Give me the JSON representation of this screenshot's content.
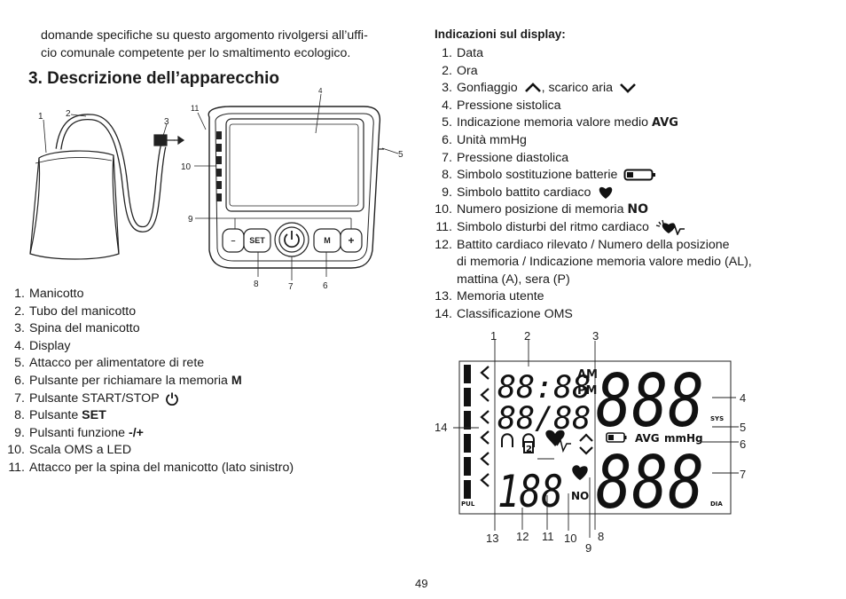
{
  "intro": {
    "line1": "domande specifiche su questo argomento rivolgersi all’uffi-",
    "line2": "cio comunale competente per lo smaltimento ecologico."
  },
  "section_title": "3. Descrizione dell’apparecchio",
  "device_labels": [
    "1",
    "2",
    "3",
    "4",
    "5",
    "6",
    "7",
    "8",
    "9",
    "10",
    "11"
  ],
  "device_buttons": {
    "minus": "–",
    "set": "SET",
    "m": "M",
    "plus": "+"
  },
  "device_legend": [
    {
      "num": "1.",
      "text": "Manicotto"
    },
    {
      "num": "2.",
      "text": "Tubo del manicotto"
    },
    {
      "num": "3.",
      "text": "Spina del manicotto"
    },
    {
      "num": "4.",
      "text": "Display"
    },
    {
      "num": "5.",
      "text": "Attacco per alimentatore di rete"
    },
    {
      "num": "6.",
      "text": "Pulsante per richiamare la memoria ",
      "bold": "M"
    },
    {
      "num": "7.",
      "text": "Pulsante START/STOP",
      "icon": "power-icon"
    },
    {
      "num": "8.",
      "text": "Pulsante ",
      "bold": "SET"
    },
    {
      "num": "9.",
      "text": "Pulsanti funzione ",
      "bold": "-/+"
    },
    {
      "num": "10.",
      "text": "Scala OMS a LED"
    },
    {
      "num": "11.",
      "text": "Attacco per la spina del manicotto (lato sinistro)"
    }
  ],
  "display_title": "Indicazioni sul display:",
  "display_legend": [
    {
      "num": "1.",
      "text": "Data"
    },
    {
      "num": "2.",
      "text": "Ora"
    },
    {
      "num": "3.",
      "text": "Gonfiaggio",
      "icon1": "inflate-arrow-icon",
      "mid": ", scarico aria",
      "icon2": "deflate-arrow-icon"
    },
    {
      "num": "4.",
      "text": "Pressione sistolica"
    },
    {
      "num": "5.",
      "text": "Indicazione memoria valore medio ",
      "badge": "AVG"
    },
    {
      "num": "6.",
      "text": "Unità mmHg"
    },
    {
      "num": "7.",
      "text": "Pressione diastolica"
    },
    {
      "num": "8.",
      "text": "Simbolo sostituzione batterie",
      "icon": "battery-icon"
    },
    {
      "num": "9.",
      "text": "Simbolo battito cardiaco",
      "icon": "heart-icon"
    },
    {
      "num": "10.",
      "text": "Numero posizione di memoria ",
      "badge": "NO"
    },
    {
      "num": "11.",
      "text": "Simbolo disturbi del ritmo cardiaco",
      "icon": "arrhythmia-icon"
    },
    {
      "num": "12.",
      "text": "Battito cardiaco rilevato / Numero della posizione"
    },
    {
      "num": "",
      "text": "di memoria / Indicazione memoria valore medio (AL),"
    },
    {
      "num": "",
      "text": "mattina (A), sera (P)"
    },
    {
      "num": "13.",
      "text": "Memoria utente"
    },
    {
      "num": "14.",
      "text": "Classificazione OMS"
    }
  ],
  "lcd": {
    "date_time": "88:88",
    "date": "88/88",
    "am": "AM",
    "pm": "PM",
    "sys": "888",
    "dia": "888",
    "pulse": "188",
    "avg": "AVG",
    "unit": "mmHg",
    "no": "NO",
    "sys_label": "SYS",
    "dia_label": "DIA",
    "pul_label": "PUL",
    "user_digit": "2",
    "labels": [
      "1",
      "2",
      "3",
      "4",
      "5",
      "6",
      "7",
      "8",
      "9",
      "10",
      "11",
      "12",
      "13",
      "14"
    ]
  },
  "page_number": "49"
}
